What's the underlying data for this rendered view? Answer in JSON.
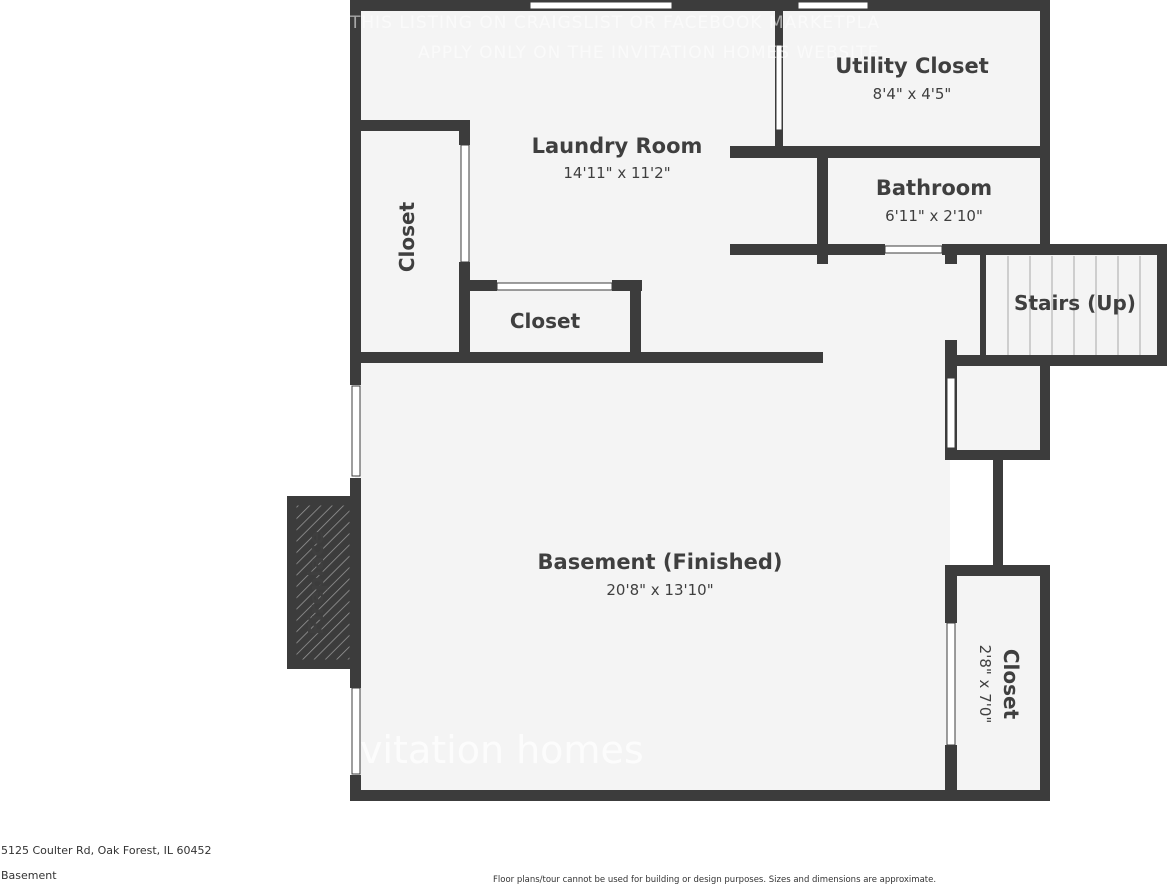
{
  "watermark": {
    "line1": "THIS LISTING ON CRAIGSLIST OR FACEBOOK MARKETPLA",
    "line2": "APPLY ONLY ON THE INVITATION HOMES WEBSITE",
    "brand": "vitation homes"
  },
  "rooms": {
    "utility_closet": {
      "name": "Utility Closet",
      "dims": "8'4\" x 4'5\""
    },
    "laundry_room": {
      "name": "Laundry Room",
      "dims": "14'11\" x 11'2\""
    },
    "bathroom": {
      "name": "Bathroom",
      "dims": "6'11\" x 2'10\""
    },
    "closet_left": {
      "name": "Closet"
    },
    "closet_small": {
      "name": "Closet"
    },
    "stairs": {
      "name": "Stairs (Up)"
    },
    "fireplace": {
      "name": "Fireplace"
    },
    "basement": {
      "name": "Basement (Finished)",
      "dims": "20'8\" x 13'10\""
    },
    "closet_right": {
      "name": "Closet",
      "dims": "2'8\" x 7'0\""
    }
  },
  "footer": {
    "address": "5125 Coulter Rd, Oak Forest, IL 60452",
    "level": "Basement",
    "disclaimer": "Floor plans/tour cannot be used for building or design purposes. Sizes and dimensions are approximate."
  },
  "colors": {
    "wall": "#3c3c3c",
    "floor": "#f4f4f4",
    "hatch": "#9a9a9a"
  }
}
